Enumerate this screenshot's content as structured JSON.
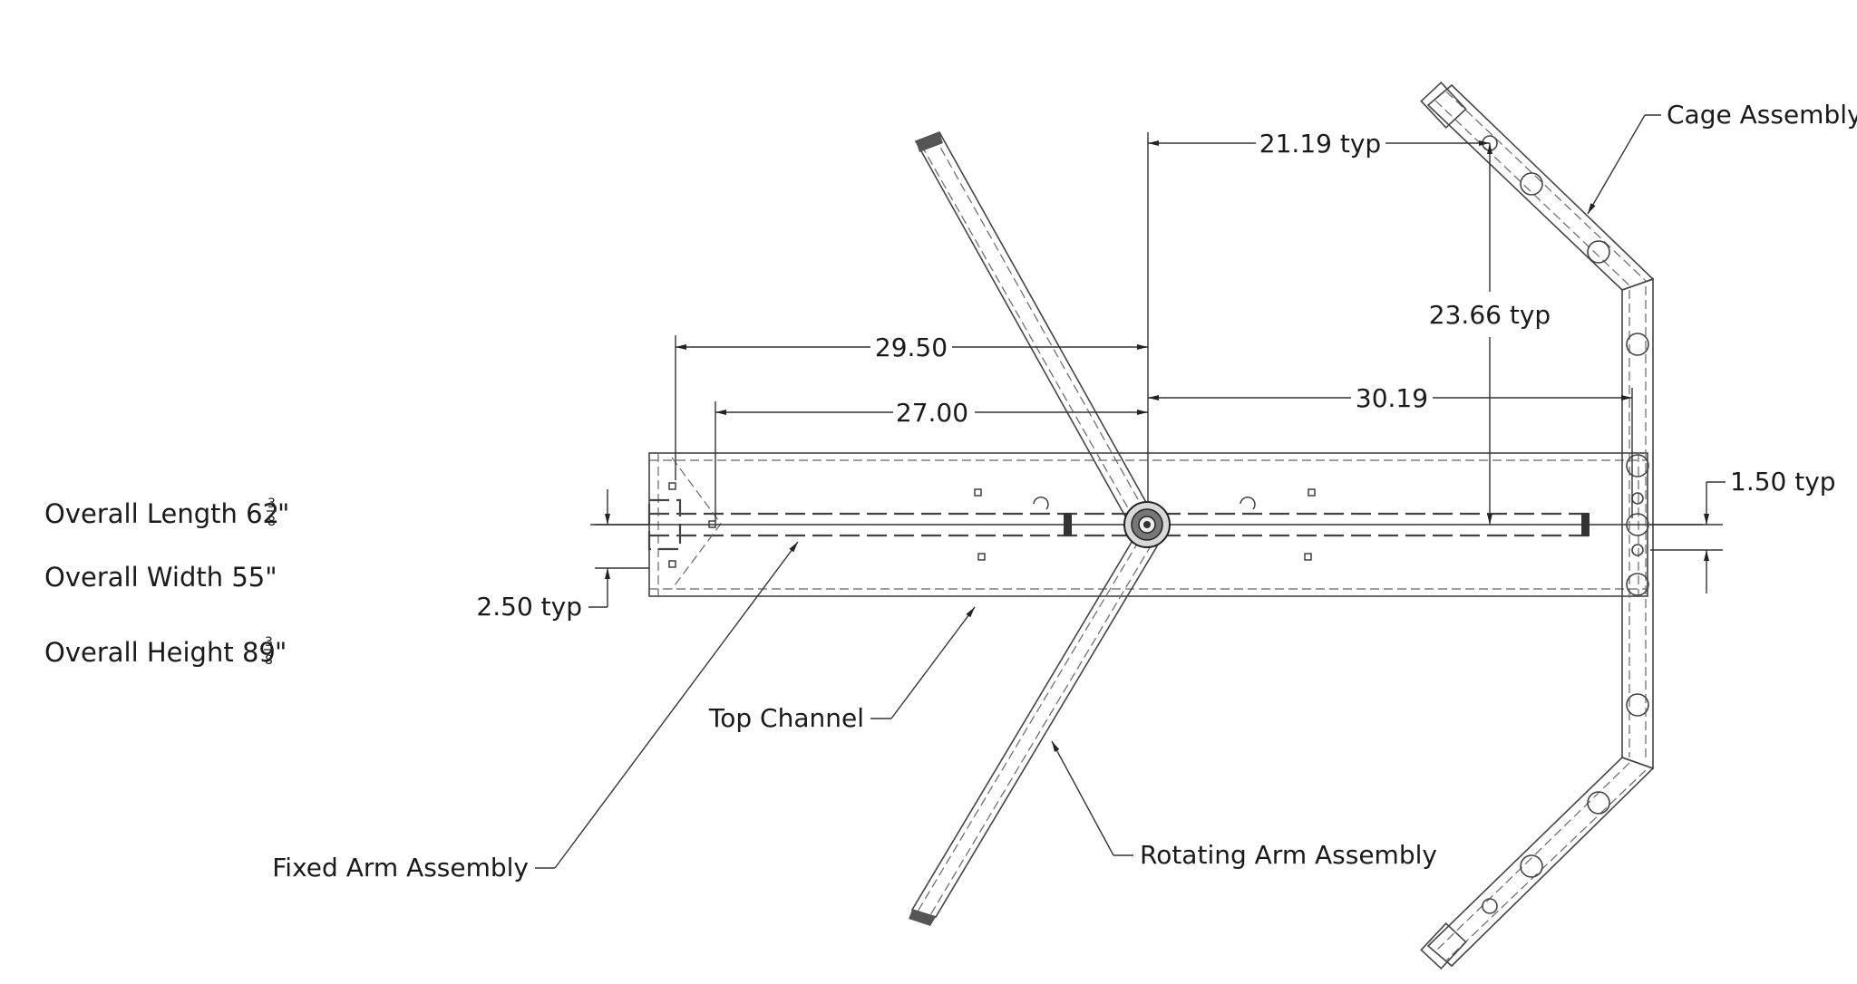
{
  "dimensions": {
    "d_29_50": "29.50",
    "d_27_00": "27.00",
    "d_30_19": "30.19",
    "d_21_19": "21.19 typ",
    "d_23_66": "23.66 typ",
    "d_1_50": "1.50 typ",
    "d_2_50": "2.50 typ"
  },
  "labels": {
    "cage_assembly": "Cage Assembly",
    "top_channel": "Top Channel",
    "fixed_arm_assembly": "Fixed Arm Assembly",
    "rotating_arm_assembly": "Rotating Arm Assembly"
  },
  "specs": {
    "overall_length": "Overall Length 62",
    "overall_length_num": "3",
    "overall_length_den": "8",
    "overall_length_unit": "\"",
    "overall_width": "Overall Width 55\"",
    "overall_height": "Overall Height 89",
    "overall_height_num": "3",
    "overall_height_den": "8",
    "overall_height_unit": "\""
  }
}
